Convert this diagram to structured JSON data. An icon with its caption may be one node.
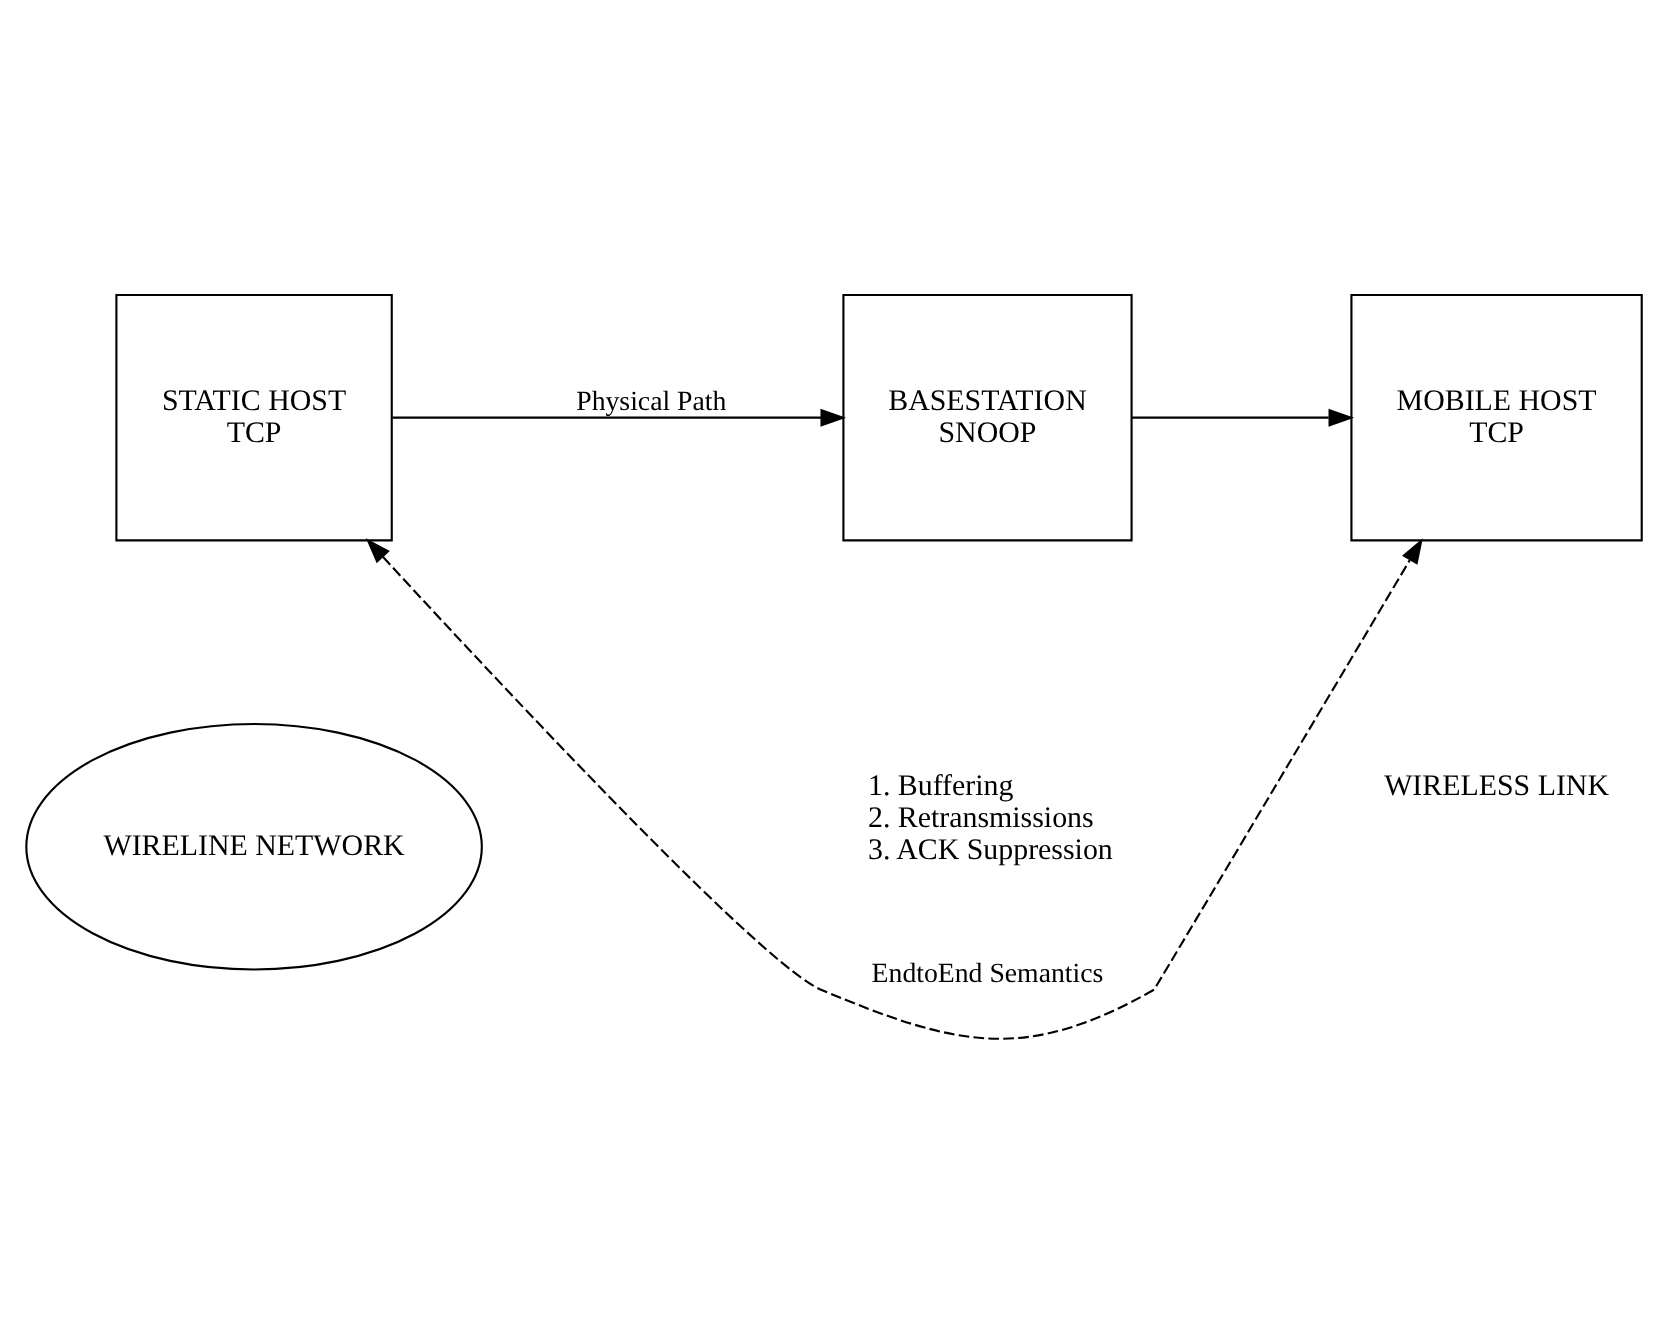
{
  "diagram": {
    "nodes": [
      {
        "text": [
          "STATIC HOST",
          "TCP"
        ]
      },
      {
        "text": [
          "BASESTATION",
          "SNOOP"
        ],
        "beside": [
          "1. Buffering",
          "2. Retransmissions",
          "3. ACK Suppression"
        ]
      },
      {
        "text": [
          "MOBILE HOST",
          "TCP"
        ]
      },
      {
        "text": [
          "WIRELINE NETWORK"
        ]
      }
    ],
    "edges": [
      {
        "from": 0,
        "to": 2,
        "arrow": "both",
        "style": "dashed",
        "label": "EndtoEnd Semantics"
      },
      {
        "from": 0,
        "to": 1,
        "arrow": "to",
        "label": "Physical Path"
      },
      {
        "from": 1,
        "to": 2,
        "arrow": "to"
      }
    ],
    "labels": [
      "WIRELESS LINK"
    ]
  }
}
